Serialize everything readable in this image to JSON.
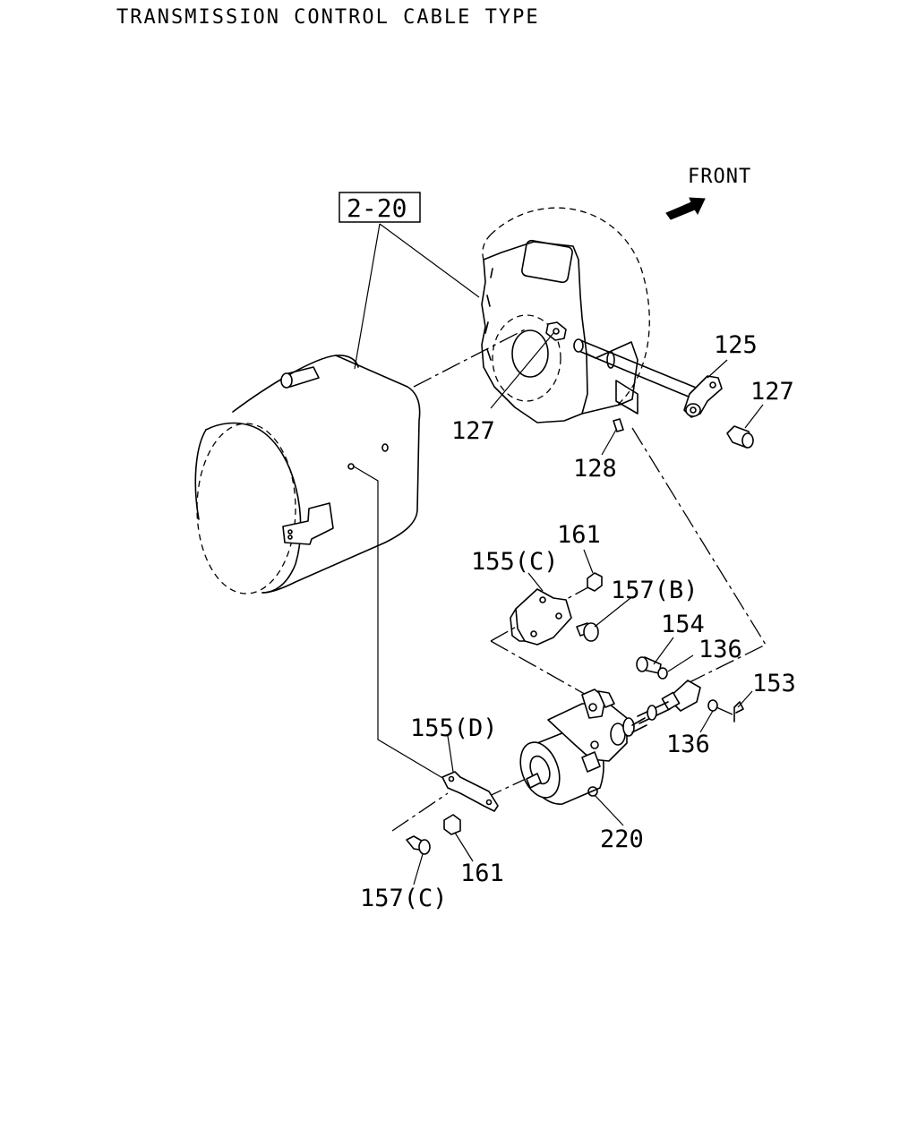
{
  "title": "TRANSMISSION CONTROL CABLE TYPE",
  "front_label": "FRONT",
  "reference_box": "2-20",
  "callouts": {
    "c125": "125",
    "c127a": "127",
    "c127b": "127",
    "c128": "128",
    "c161a": "161",
    "c155c": "155(C)",
    "c157b": "157(B)",
    "c154": "154",
    "c136a": "136",
    "c153": "153",
    "c136b": "136",
    "c155d": "155(D)",
    "c220": "220",
    "c161b": "161",
    "c157c": "157(C)"
  }
}
